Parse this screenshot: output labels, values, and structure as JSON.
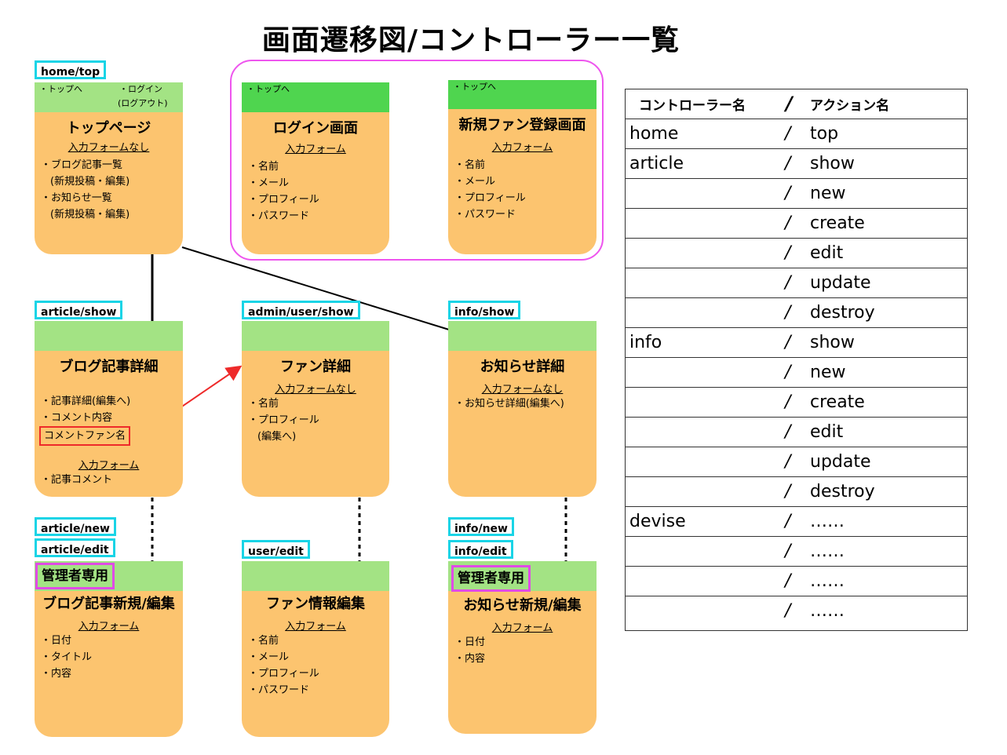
{
  "title": "画面遷移図/コントローラー一覧",
  "routes": {
    "home_top": "home/top",
    "article_show": "article/show",
    "admin_user_show": "admin/user/show",
    "info_show": "info/show",
    "article_new": "article/new",
    "article_edit": "article/edit",
    "user_edit": "user/edit",
    "info_new": "info/new",
    "info_edit": "info/edit"
  },
  "top_page": {
    "nav_left": "・トップへ",
    "nav_right_1": "・ログイン",
    "nav_right_2": "(ログアウト)",
    "title": "トップページ",
    "form": "入力フォームなし",
    "items": [
      "・ブログ記事一覧",
      "(新規投稿・編集)",
      "・お知らせ一覧",
      "(新規投稿・編集)"
    ]
  },
  "login": {
    "nav": "・トップへ",
    "title": "ログイン画面",
    "form": "入力フォーム",
    "items": [
      "・名前",
      "・メール",
      "・プロフィール",
      "・パスワード"
    ]
  },
  "signup": {
    "nav": "・トップへ",
    "title": "新規ファン登録画面",
    "form": "入力フォーム",
    "items": [
      "・名前",
      "・メール",
      "・プロフィール",
      "・パスワード"
    ]
  },
  "blog_detail": {
    "title": "ブログ記事詳細",
    "items": [
      "・記事詳細(編集へ)",
      "・コメント内容"
    ],
    "highlight": "コメントファン名",
    "form": "入力フォーム",
    "form_items": [
      "・記事コメント"
    ]
  },
  "fan_detail": {
    "title": "ファン詳細",
    "form": "入力フォームなし",
    "items": [
      "・名前",
      "・プロフィール",
      "(編集へ)"
    ]
  },
  "info_detail": {
    "title": "お知らせ詳細",
    "form": "入力フォームなし",
    "items": [
      "・お知らせ詳細(編集へ)"
    ]
  },
  "blog_edit": {
    "admin": "管理者専用",
    "title": "ブログ記事新規/編集",
    "form": "入力フォーム",
    "items": [
      "・日付",
      "・タイトル",
      "・内容"
    ]
  },
  "fan_edit": {
    "title": "ファン情報編集",
    "form": "入力フォーム",
    "items": [
      "・名前",
      "・メール",
      "・プロフィール",
      "・パスワード"
    ]
  },
  "info_edit": {
    "admin": "管理者専用",
    "title": "お知らせ新規/編集",
    "form": "入力フォーム",
    "items": [
      "・日付",
      "・内容"
    ]
  },
  "table": {
    "header": [
      "コントローラー名",
      "/",
      "アクション名"
    ],
    "rows": [
      [
        "home",
        "/",
        "top"
      ],
      [
        "article",
        "/",
        "show"
      ],
      [
        "",
        "/",
        "new"
      ],
      [
        "",
        "/",
        "create"
      ],
      [
        "",
        "/",
        "edit"
      ],
      [
        "",
        "/",
        "update"
      ],
      [
        "",
        "/",
        "destroy"
      ],
      [
        "info",
        "/",
        "show"
      ],
      [
        "",
        "/",
        "new"
      ],
      [
        "",
        "/",
        "create"
      ],
      [
        "",
        "/",
        "edit"
      ],
      [
        "",
        "/",
        "update"
      ],
      [
        "",
        "/",
        "destroy"
      ],
      [
        "devise",
        "/",
        "……"
      ],
      [
        "",
        "/",
        "……"
      ],
      [
        "",
        "/",
        "……"
      ],
      [
        "",
        "/",
        "……"
      ]
    ]
  },
  "colors": {
    "card": "#fcc46f",
    "band": "#a3e384",
    "band_dark": "#4fd54f",
    "route_border": "#19d4e6",
    "admin_border": "#e04be6",
    "group_border": "#ee55ee",
    "arrow": "#ee2a2a"
  }
}
